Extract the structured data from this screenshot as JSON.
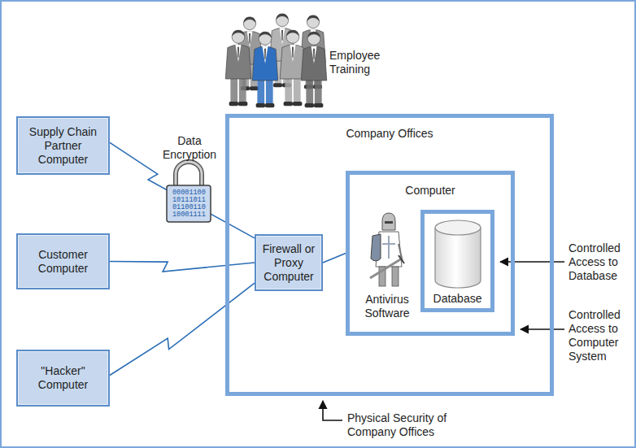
{
  "diagram": {
    "nodes": [
      {
        "text": [
          "Supply Chain Partner Computer"
        ]
      },
      {
        "text": [
          "Customer Computer"
        ]
      },
      {
        "text": [
          "\"Hacker\" Computer"
        ]
      },
      {
        "text": [
          "Company Offices"
        ]
      },
      {
        "text": [
          "Firewall or Proxy Computer"
        ],
        "in": 3
      },
      {
        "text": [
          "Computer"
        ],
        "in": 3
      },
      {
        "text": [
          "Database"
        ],
        "in": 5
      }
    ],
    "edges": [
      {
        "from": 0,
        "to": 4,
        "arrow": "none"
      },
      {
        "from": 1,
        "to": 4,
        "arrow": "none"
      },
      {
        "from": 2,
        "to": 4,
        "arrow": "none"
      },
      {
        "from": 4,
        "to": 5,
        "arrow": "none"
      }
    ],
    "labels": [
      "Employee Training",
      "Data Encryption",
      "00001100",
      "10111011",
      "01100110",
      "10001111",
      "Antivirus Software",
      "Controlled Access to Database",
      "Controlled Access to Computer System",
      "Physical Security of Company Offices"
    ]
  }
}
